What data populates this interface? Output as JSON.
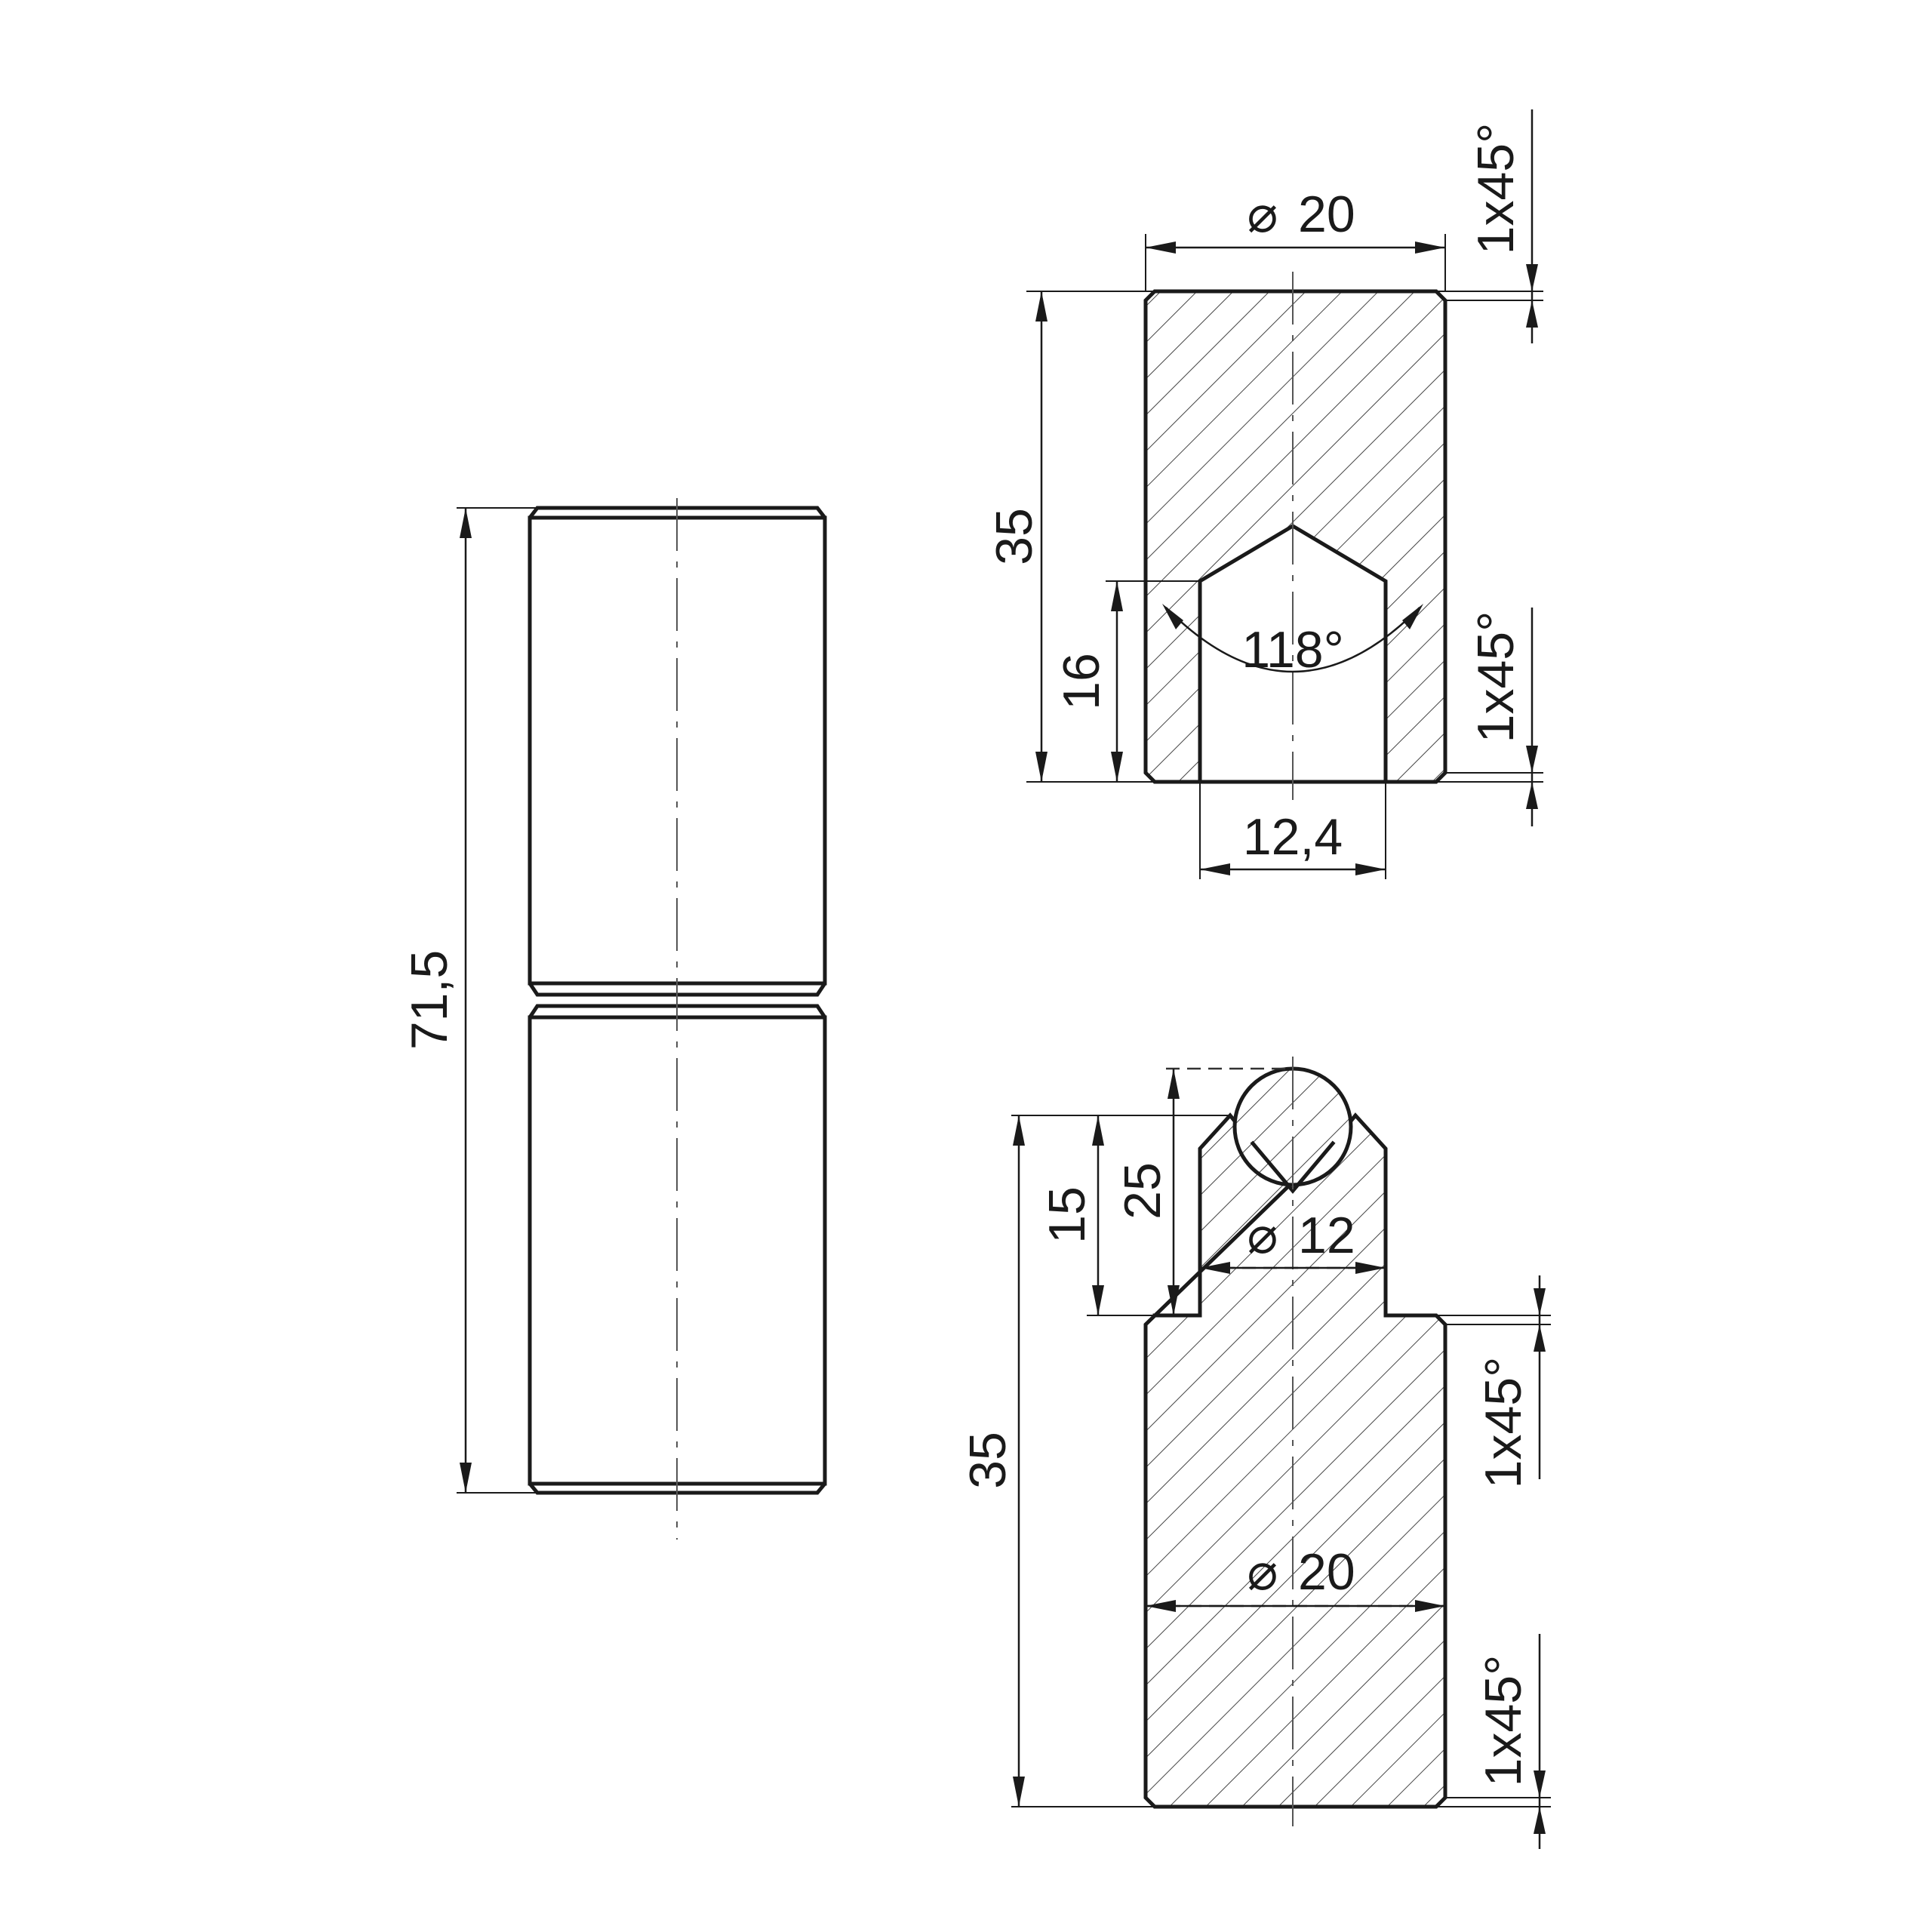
{
  "dimensions": {
    "total_length": "71,5",
    "top_part_length": "35",
    "top_bore_depth": "16",
    "drill_angle": "118°",
    "top_bore_diameter": "12,4",
    "top_outer_diameter": "20",
    "top_chamfer_upper": "1x45°",
    "top_chamfer_lower": "1x45°",
    "bottom_part_length": "35",
    "pin_length": "15",
    "pin_length_with_ball": "25",
    "pin_diameter": "12",
    "bottom_outer_diameter": "20",
    "bottom_chamfer_upper": "1x45°",
    "bottom_chamfer_lower": "1x45°"
  },
  "diameter_symbol": "⌀"
}
